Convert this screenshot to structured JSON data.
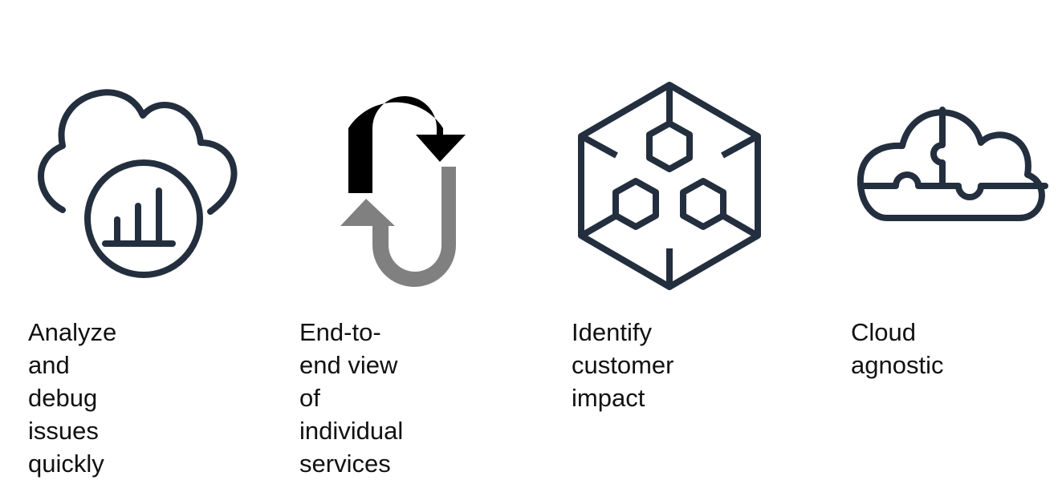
{
  "colors": {
    "icon_dark": "#232f3e",
    "arrow_black": "#000000",
    "arrow_gray": "#808080",
    "text": "#111111"
  },
  "features": [
    {
      "icon": "cloud-chart-icon",
      "caption": "Analyze and debug\nissues quickly"
    },
    {
      "icon": "loop-arrows-icon",
      "caption": "End-to-end view of\nindividual services"
    },
    {
      "icon": "hexagon-network-icon",
      "caption": "Identify customer\nimpact"
    },
    {
      "icon": "cloud-puzzle-icon",
      "caption": "Cloud agnostic"
    }
  ]
}
